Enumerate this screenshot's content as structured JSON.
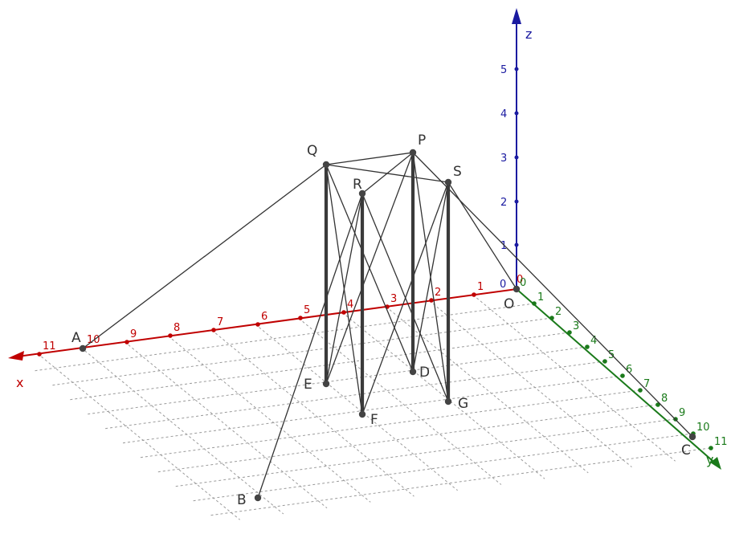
{
  "axes": {
    "x": {
      "label": "x",
      "color": "#c00000",
      "ticks": [
        "1",
        "2",
        "3",
        "4",
        "5",
        "6",
        "7",
        "8",
        "9",
        "10",
        "11"
      ]
    },
    "y": {
      "label": "y",
      "color": "#1a7a1a",
      "ticks": [
        "1",
        "2",
        "3",
        "4",
        "5",
        "6",
        "7",
        "8",
        "9",
        "10",
        "11"
      ]
    },
    "z": {
      "label": "z",
      "color": "#1a1aa0",
      "ticks": [
        "1",
        "2",
        "3",
        "4",
        "5"
      ]
    },
    "origin_ticks": [
      "0",
      "0",
      "0"
    ]
  },
  "points": [
    {
      "id": "O",
      "label": "O"
    },
    {
      "id": "A",
      "label": "A"
    },
    {
      "id": "B",
      "label": "B"
    },
    {
      "id": "C",
      "label": "C"
    },
    {
      "id": "D",
      "label": "D"
    },
    {
      "id": "E",
      "label": "E"
    },
    {
      "id": "F",
      "label": "F"
    },
    {
      "id": "G",
      "label": "G"
    },
    {
      "id": "P",
      "label": "P"
    },
    {
      "id": "Q",
      "label": "Q"
    },
    {
      "id": "R",
      "label": "R"
    },
    {
      "id": "S",
      "label": "S"
    }
  ],
  "edges": {
    "thick": [
      [
        "E",
        "Q"
      ],
      [
        "F",
        "R"
      ],
      [
        "D",
        "P"
      ],
      [
        "G",
        "S"
      ]
    ],
    "thin": [
      [
        "A",
        "Q"
      ],
      [
        "Q",
        "P"
      ],
      [
        "R",
        "P"
      ],
      [
        "Q",
        "S"
      ],
      [
        "S",
        "O"
      ],
      [
        "P",
        "C"
      ],
      [
        "B",
        "R"
      ],
      [
        "Q",
        "F"
      ],
      [
        "Q",
        "D"
      ],
      [
        "R",
        "E"
      ],
      [
        "R",
        "G"
      ],
      [
        "P",
        "E"
      ],
      [
        "P",
        "G"
      ],
      [
        "S",
        "F"
      ],
      [
        "S",
        "D"
      ]
    ]
  },
  "colors": {
    "point": "#444444",
    "edge": "#333333",
    "grid": "#9a9a9a"
  }
}
